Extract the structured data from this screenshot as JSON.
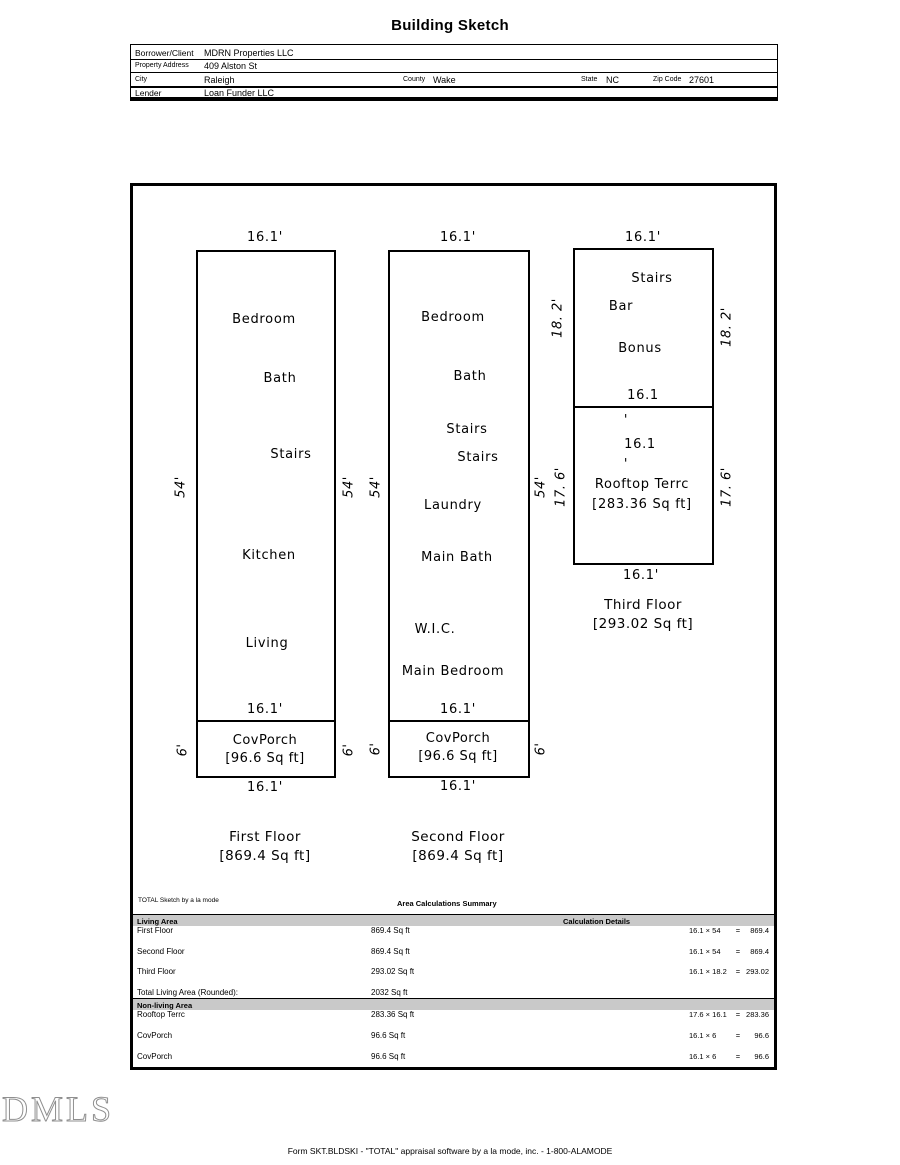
{
  "page": {
    "title": "Building Sketch",
    "watermark": "DMLS",
    "footer": "Form SKT.BLDSKI - \"TOTAL\" appraisal software by a la mode, inc. - 1-800-ALAMODE"
  },
  "header": {
    "borrower_label": "Borrower/Client",
    "borrower_value": "MDRN Properties LLC",
    "address_label": "Property Address",
    "address_value": "409 Alston St",
    "city_label": "City",
    "city_value": "Raleigh",
    "county_label": "County",
    "county_value": "Wake",
    "state_label": "State",
    "state_value": "NC",
    "zip_label": "Zip Code",
    "zip_value": "27601",
    "lender_label": "Lender",
    "lender_value": "Loan Funder LLC"
  },
  "first_floor": {
    "top_dim": "16.1'",
    "left_dim": "54'",
    "right_dim": "54'",
    "rooms": [
      "Bedroom",
      "Bath",
      "Stairs",
      "Kitchen",
      "Living"
    ],
    "inner_bottom_dim": "16.1'",
    "porch_name": "CovPorch",
    "porch_area": "[96.6 Sq ft]",
    "porch_left_dim": "6'",
    "porch_right_dim": "6'",
    "porch_bottom_dim": "16.1'",
    "caption": "First Floor",
    "caption_area": "[869.4 Sq ft]"
  },
  "second_floor": {
    "top_dim": "16.1'",
    "left_dim": "54'",
    "right_dim": "54'",
    "rooms": [
      "Bedroom",
      "Bath",
      "Stairs",
      "Stairs",
      "Laundry",
      "Main Bath",
      "W.I.C.",
      "Main Bedroom"
    ],
    "inner_bottom_dim": "16.1'",
    "porch_name": "CovPorch",
    "porch_area": "[96.6 Sq ft]",
    "porch_left_dim": "6'",
    "porch_right_dim": "6'",
    "porch_bottom_dim": "16.1'",
    "caption": "Second Floor",
    "caption_area": "[869.4 Sq ft]"
  },
  "third_floor": {
    "top_dim": "16.1'",
    "upper_left_dim": "18. 2'",
    "upper_right_dim": "18. 2'",
    "rooms": [
      "Stairs",
      "Bar",
      "Bonus"
    ],
    "upper_bottom_dim": "16.1",
    "mid_line_1": "'",
    "mid_line_2": "16.1",
    "mid_line_3": "'",
    "terrace_name": "Rooftop Terrc",
    "terrace_area": "[283.36 Sq ft]",
    "lower_left_dim": "17. 6'",
    "lower_right_dim": "17. 6'",
    "bottom_dim": "16.1'",
    "caption": "Third Floor",
    "caption_area": "[293.02 Sq ft]"
  },
  "calc": {
    "branding": "TOTAL Sketch by a la mode",
    "title": "Area Calculations Summary",
    "living_header": "Living Area",
    "details_header": "Calculation Details",
    "nonliving_header": "Non-living Area",
    "living_rows": [
      {
        "label": "First Floor",
        "area": "869.4 Sq ft",
        "expr": "16.1 × 54",
        "eq": "=",
        "result": "869.4"
      },
      {
        "label": "Second Floor",
        "area": "869.4 Sq ft",
        "expr": "16.1 × 54",
        "eq": "=",
        "result": "869.4"
      },
      {
        "label": "Third Floor",
        "area": "293.02 Sq ft",
        "expr": "16.1 × 18.2",
        "eq": "=",
        "result": "293.02"
      }
    ],
    "total_label": "Total Living Area (Rounded):",
    "total_area": "2032 Sq ft",
    "nonliving_rows": [
      {
        "label": "Rooftop Terrc",
        "area": "283.36 Sq ft",
        "expr": "17.6 × 16.1",
        "eq": "=",
        "result": "283.36"
      },
      {
        "label": "CovPorch",
        "area": "96.6 Sq ft",
        "expr": "16.1 × 6",
        "eq": "=",
        "result": "96.6"
      },
      {
        "label": "CovPorch",
        "area": "96.6 Sq ft",
        "expr": "16.1 × 6",
        "eq": "=",
        "result": "96.6"
      }
    ]
  }
}
